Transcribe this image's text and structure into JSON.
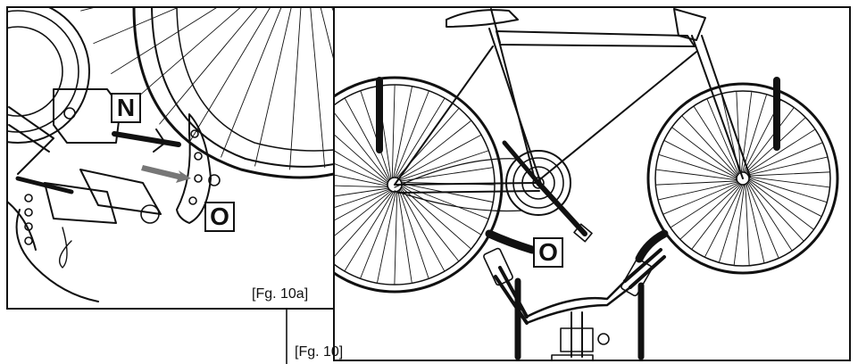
{
  "figure": {
    "main_caption": "[Fg. 10]",
    "inset_caption": "[Fg. 10a]"
  },
  "callouts": {
    "inset_top": "N",
    "inset_bottom": "O",
    "main": "O"
  },
  "colors": {
    "line": "#111111",
    "arrow": "#777777",
    "background": "#ffffff"
  }
}
